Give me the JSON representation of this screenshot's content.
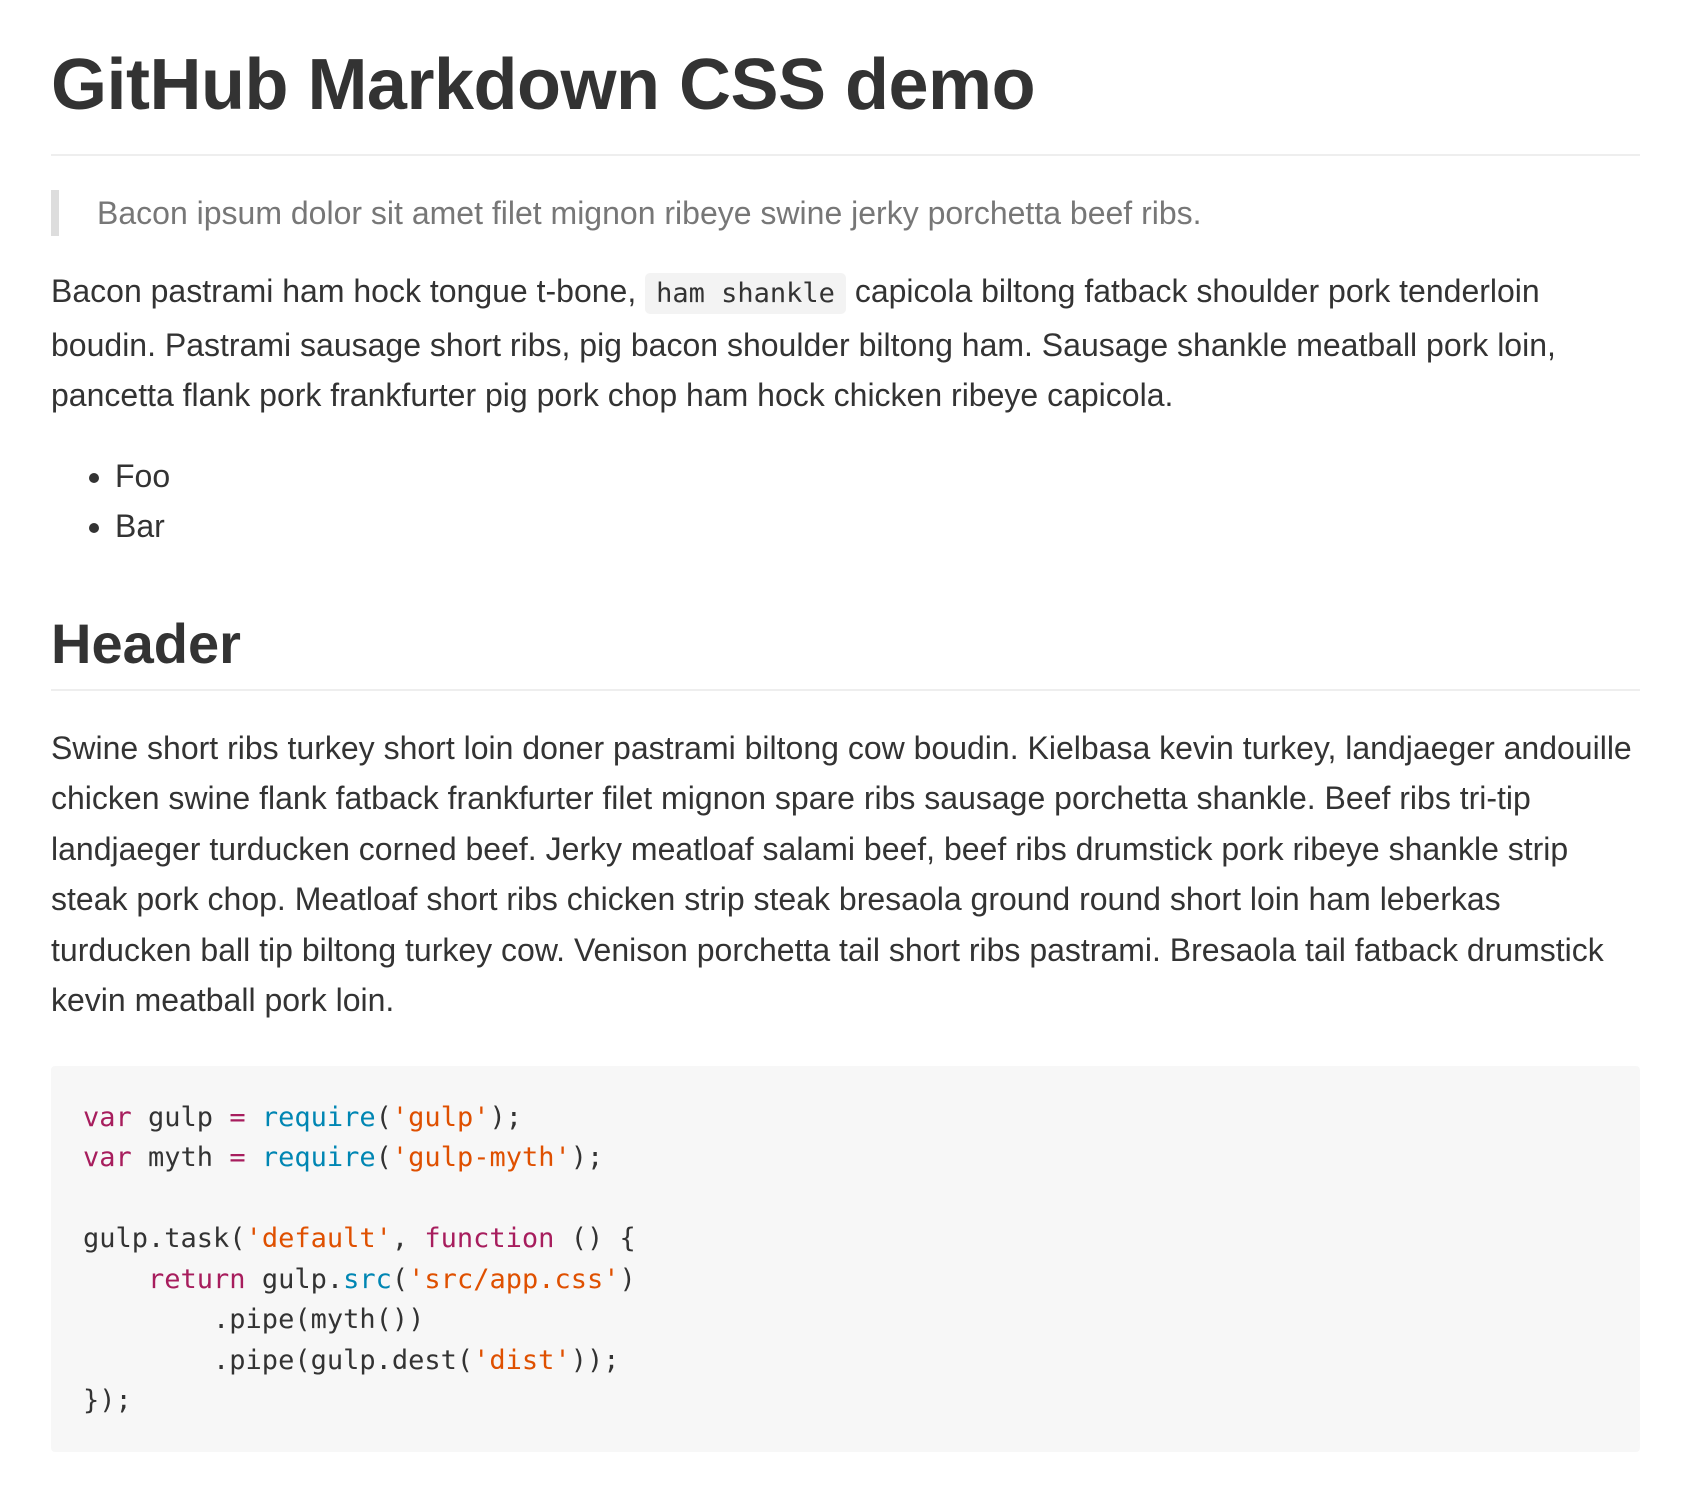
{
  "document": {
    "title": "GitHub Markdown CSS demo",
    "blockquote": "Bacon ipsum dolor sit amet filet mignon ribeye swine jerky porchetta beef ribs.",
    "paragraph1": {
      "before_code": "Bacon pastrami ham hock tongue t-bone, ",
      "inline_code": "ham shankle",
      "after_code": " capicola biltong fatback shoulder pork tenderloin boudin. Pastrami sausage short ribs, pig bacon shoulder biltong ham. Sausage shankle meatball pork loin, pancetta flank pork frankfurter pig pork chop ham hock chicken ribeye capicola."
    },
    "list_items": [
      "Foo",
      "Bar"
    ],
    "section_header": "Header",
    "paragraph2": "Swine short ribs turkey short loin doner pastrami biltong cow boudin. Kielbasa kevin turkey, landjaeger andouille chicken swine flank fatback frankfurter filet mignon spare ribs sausage porchetta shankle. Beef ribs tri-tip landjaeger turducken corned beef. Jerky meatloaf salami beef, beef ribs drumstick pork ribeye shankle strip steak pork chop. Meatloaf short ribs chicken strip steak bresaola ground round short loin ham leberkas turducken ball tip biltong turkey cow. Venison porchetta tail short ribs pastrami. Bresaola tail fatback drumstick kevin meatball pork loin.",
    "code_lines": [
      [
        [
          "kw",
          "var"
        ],
        [
          "plain",
          " gulp "
        ],
        [
          "op",
          "="
        ],
        [
          "plain",
          " "
        ],
        [
          "fn",
          "require"
        ],
        [
          "plain",
          "("
        ],
        [
          "str",
          "'gulp'"
        ],
        [
          "plain",
          ");"
        ]
      ],
      [
        [
          "kw",
          "var"
        ],
        [
          "plain",
          " myth "
        ],
        [
          "op",
          "="
        ],
        [
          "plain",
          " "
        ],
        [
          "fn",
          "require"
        ],
        [
          "plain",
          "("
        ],
        [
          "str",
          "'gulp-myth'"
        ],
        [
          "plain",
          ");"
        ]
      ],
      [],
      [
        [
          "plain",
          "gulp.task("
        ],
        [
          "str",
          "'default'"
        ],
        [
          "plain",
          ", "
        ],
        [
          "kw",
          "function"
        ],
        [
          "plain",
          " () {"
        ]
      ],
      [
        [
          "plain",
          "    "
        ],
        [
          "kw",
          "return"
        ],
        [
          "plain",
          " gulp."
        ],
        [
          "fn",
          "src"
        ],
        [
          "plain",
          "("
        ],
        [
          "str",
          "'src/app.css'"
        ],
        [
          "plain",
          ")"
        ]
      ],
      [
        [
          "plain",
          "        .pipe(myth())"
        ]
      ],
      [
        [
          "plain",
          "        .pipe(gulp.dest("
        ],
        [
          "str",
          "'dist'"
        ],
        [
          "plain",
          "));"
        ]
      ],
      [
        [
          "plain",
          "});"
        ]
      ]
    ]
  },
  "colors": {
    "text": "#333333",
    "blockquote_text": "#777777",
    "blockquote_border": "#dddddd",
    "code_background": "#f7f7f7",
    "keyword": "#a71d5d",
    "builtin": "#0086b3",
    "string": "#df5000"
  }
}
